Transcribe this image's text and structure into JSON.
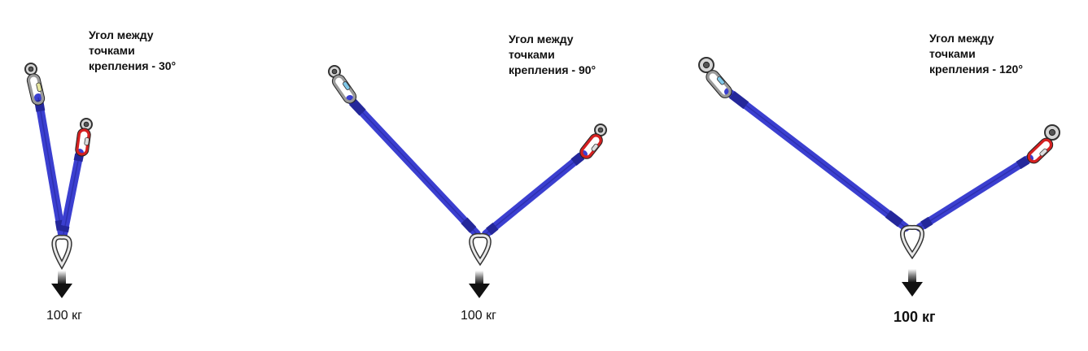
{
  "colors": {
    "sling": "#3b3fd0",
    "sling_dark": "#24279a",
    "carabiner_gray": "#9a9a9a",
    "carabiner_red": "#d42020",
    "accent_blue": "#7fc8e8",
    "accent_yellow": "#e6e6a0",
    "arrow": "#111111"
  },
  "panels": [
    {
      "caption": "Угол между\nточками\nкрепления - 30°",
      "weight": "100 кг",
      "left_carabiner": "gray",
      "right_carabiner": "red"
    },
    {
      "caption": "Угол между\nточками\nкрепления - 90°",
      "weight": "100 кг",
      "left_carabiner": "gray",
      "right_carabiner": "red"
    },
    {
      "caption": "Угол между\nточками\nкрепления - 120°",
      "weight": "100 кг",
      "left_carabiner": "gray",
      "right_carabiner": "red"
    }
  ]
}
